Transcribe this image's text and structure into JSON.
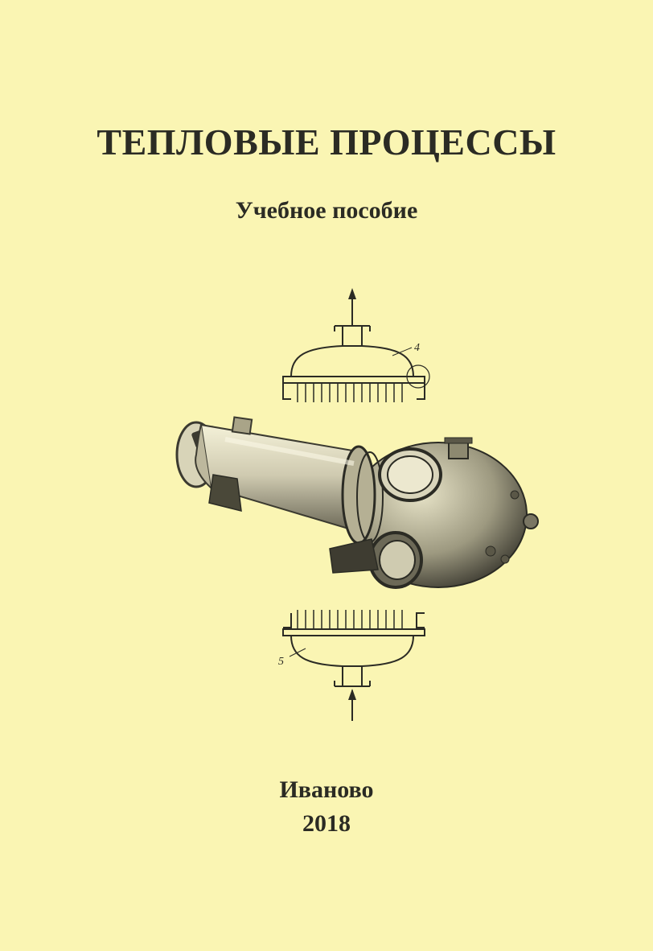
{
  "cover": {
    "title": "ТЕПЛОВЫЕ ПРОЦЕССЫ",
    "subtitle": "Учебное пособие",
    "city": "Иваново",
    "year": "2018"
  },
  "figure": {
    "top_callout": "4",
    "bottom_callout": "5"
  },
  "colors": {
    "background": "#faf5b3",
    "ink": "#2b2b24"
  }
}
